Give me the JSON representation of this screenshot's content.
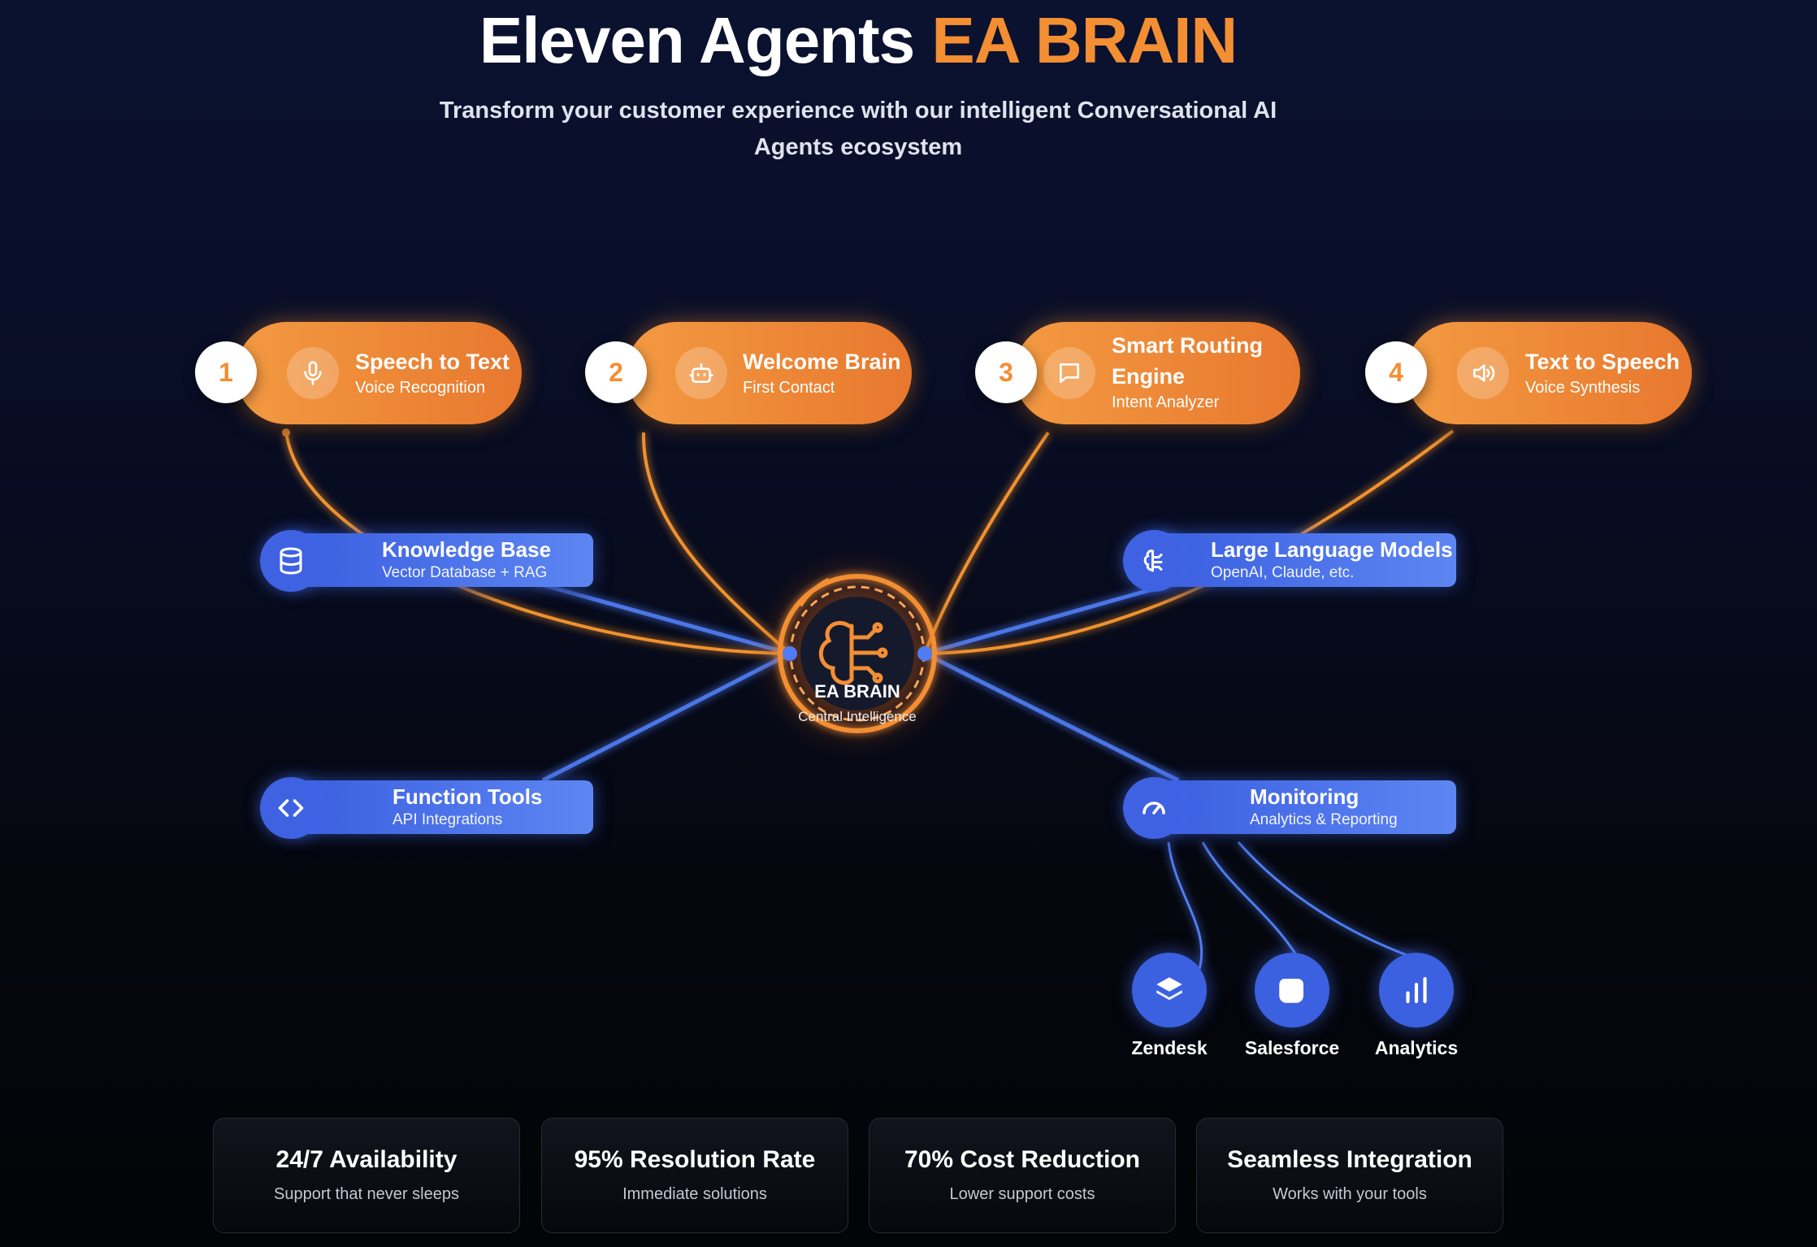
{
  "header": {
    "title_main": "Eleven Agents",
    "title_accent": "EA BRAIN",
    "subtitle": "Transform your customer experience with our intelligent Conversational AI Agents ecosystem"
  },
  "core": {
    "label": "EA BRAIN",
    "sublabel": "Central Intelligence",
    "icon": "brain-icon"
  },
  "steps": [
    {
      "number": "1",
      "title": "Speech to Text",
      "subtitle": "Voice Recognition",
      "icon": "microphone-icon"
    },
    {
      "number": "2",
      "title": "Welcome Brain",
      "subtitle": "First Contact",
      "icon": "robot-icon"
    },
    {
      "number": "3",
      "title": "Smart Routing Engine",
      "subtitle": "Intent Analyzer",
      "icon": "chat-bubble-icon"
    },
    {
      "number": "4",
      "title": "Text to Speech",
      "subtitle": "Voice Synthesis",
      "icon": "speaker-icon"
    }
  ],
  "components": [
    {
      "title": "Knowledge Base",
      "subtitle": "Vector Database + RAG",
      "icon": "database-icon"
    },
    {
      "title": "Large Language Models",
      "subtitle": "OpenAI, Claude, etc.",
      "icon": "brain-circuit-icon"
    },
    {
      "title": "Function Tools",
      "subtitle": "API Integrations",
      "icon": "code-icon"
    },
    {
      "title": "Monitoring",
      "subtitle": "Analytics & Reporting",
      "icon": "gauge-icon"
    }
  ],
  "integrations": [
    {
      "label": "Zendesk",
      "icon": "layers-icon"
    },
    {
      "label": "Salesforce",
      "icon": "cloud-icon"
    },
    {
      "label": "Analytics",
      "icon": "bar-chart-icon"
    }
  ],
  "stats": [
    {
      "title": "24/7 Availability",
      "desc": "Support that never sleeps"
    },
    {
      "title": "95% Resolution Rate",
      "desc": "Immediate solutions"
    },
    {
      "title": "70% Cost Reduction",
      "desc": "Lower support costs"
    },
    {
      "title": "Seamless Integration",
      "desc": "Works with your tools"
    }
  ],
  "colors": {
    "accent": "#f38e33",
    "blue": "#4a70ec",
    "background": "#05070f"
  }
}
